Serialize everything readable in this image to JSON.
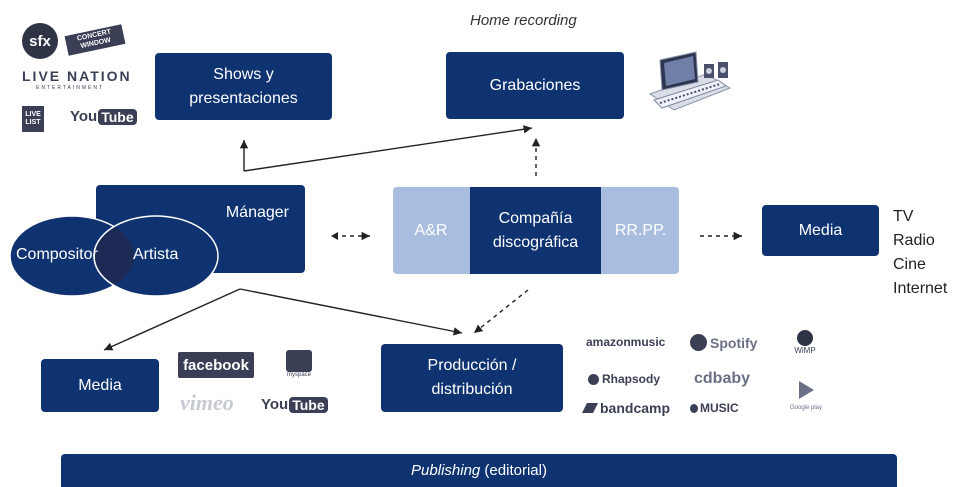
{
  "diagram": {
    "home_recording": "Home recording",
    "shows": "Shows y presentaciones",
    "grabaciones": "Grabaciones",
    "manager": "Mánager",
    "compositor": "Compositor",
    "artista": "Artista",
    "ar": "A&R",
    "company": "Compañía discográfica",
    "rrpp": "RR.PP.",
    "media_right": "Media",
    "media_outlets": [
      "TV",
      "Radio",
      "Cine",
      "Internet"
    ],
    "media_left": "Media",
    "produccion": "Producción / distribución",
    "publishing_em": "Publishing",
    "publishing_rest": " (editorial)"
  },
  "logos": {
    "sfx": "sfx",
    "concert_window": "CONCERT WINDOW",
    "live_nation": "LIVE NATION",
    "live_nation_sub": "ENTERTAINMENT",
    "livelist": "LIVE LIST",
    "youtube_you": "You",
    "youtube_tube": "Tube",
    "facebook": "facebook",
    "myspace": "myspace",
    "vimeo": "vimeo",
    "amazon_music": "amazonmusic",
    "spotify": "Spotify",
    "wimp": "WiMP",
    "rhapsody": "Rhapsody",
    "cdbaby": "cdbaby",
    "bandcamp": "bandcamp",
    "apple_music": "MUSIC",
    "google_play": "Google play"
  },
  "colors": {
    "dark": "#0f3371",
    "light": "#a9bede"
  }
}
